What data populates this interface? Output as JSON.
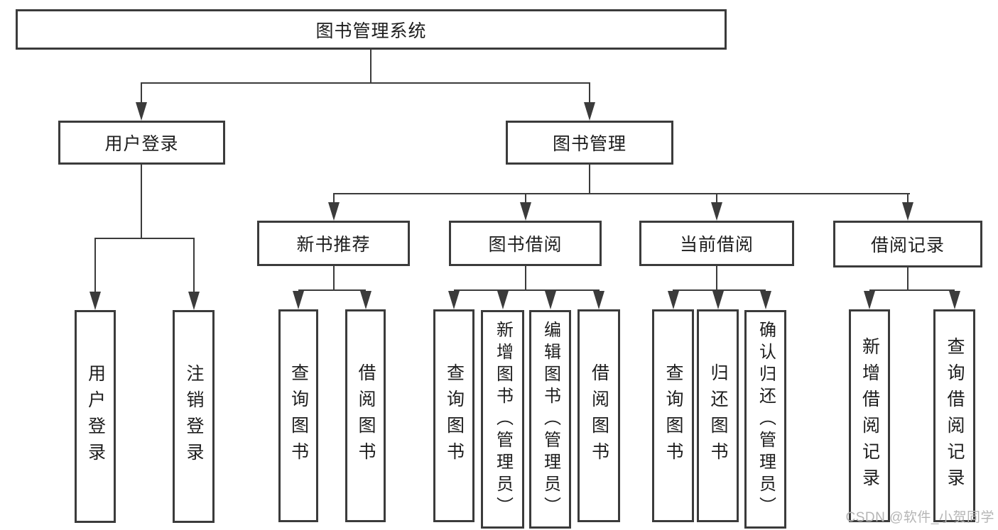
{
  "diagram": {
    "type": "hierarchy-tree",
    "root": {
      "label": "图书管理系统"
    },
    "branches": [
      {
        "label": "用户登录",
        "children": [
          {
            "label": "用户登录"
          },
          {
            "label": "注销登录"
          }
        ]
      },
      {
        "label": "图书管理",
        "children": [
          {
            "label": "新书推荐",
            "children": [
              {
                "label": "查询图书"
              },
              {
                "label": "借阅图书"
              }
            ]
          },
          {
            "label": "图书借阅",
            "children": [
              {
                "label": "查询图书"
              },
              {
                "label": "新增图书（管理员）"
              },
              {
                "label": "编辑图书（管理员）"
              },
              {
                "label": "借阅图书"
              }
            ]
          },
          {
            "label": "当前借阅",
            "children": [
              {
                "label": "查询图书"
              },
              {
                "label": "归还图书"
              },
              {
                "label": "确认归还（管理员）"
              }
            ]
          },
          {
            "label": "借阅记录",
            "children": [
              {
                "label": "新增借阅记录"
              },
              {
                "label": "查询借阅记录"
              }
            ]
          }
        ]
      }
    ],
    "watermark": "CSDN @软件_小贺同学",
    "colors": {
      "line": "#3b3b3b",
      "text": "#1d1d1d",
      "background": "#ffffff",
      "watermark": "#b5b5b5"
    }
  }
}
